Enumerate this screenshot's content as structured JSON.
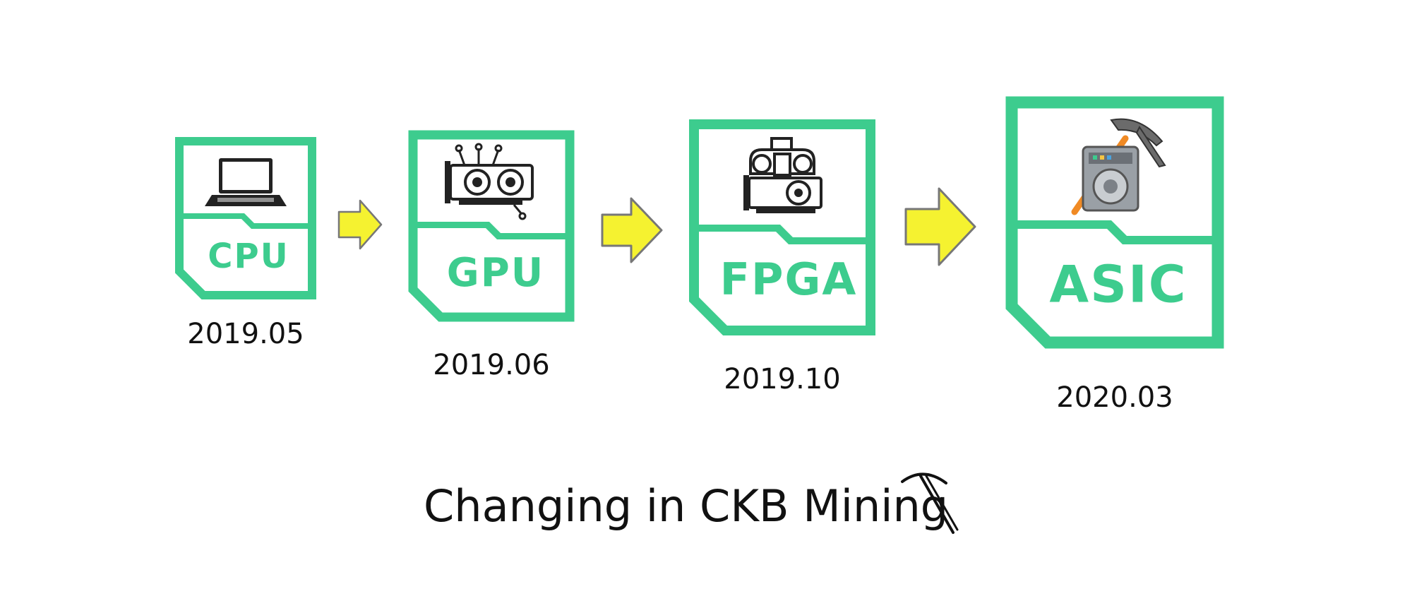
{
  "colors": {
    "card_green": "#3dcc8e",
    "arrow_yellow": "#f5f230",
    "text": "#111111"
  },
  "stages": [
    {
      "label": "CPU",
      "date": "2019.05",
      "icon": "laptop-icon"
    },
    {
      "label": "GPU",
      "date": "2019.06",
      "icon": "gpu-card-icon"
    },
    {
      "label": "FPGA",
      "date": "2019.10",
      "icon": "fpga-board-icon"
    },
    {
      "label": "ASIC",
      "date": "2020.03",
      "icon": "asic-miner-pickaxe-icon"
    }
  ],
  "title": "Changing in CKB Mining",
  "title_icon": "pickaxe-icon"
}
